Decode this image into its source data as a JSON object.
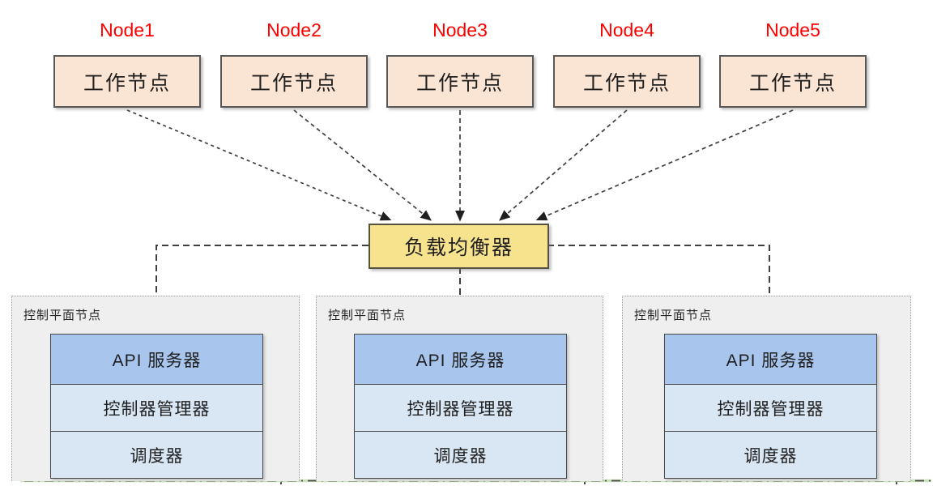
{
  "nodes": [
    {
      "name": "Node1",
      "box": "工作节点"
    },
    {
      "name": "Node2",
      "box": "工作节点"
    },
    {
      "name": "Node3",
      "box": "工作节点"
    },
    {
      "name": "Node4",
      "box": "工作节点"
    },
    {
      "name": "Node5",
      "box": "工作节点"
    }
  ],
  "load_balancer": "负载均衡器",
  "control_planes": [
    {
      "label": "控制平面节点",
      "components": [
        "API 服务器",
        "控制器管理器",
        "调度器"
      ]
    },
    {
      "label": "控制平面节点",
      "components": [
        "API 服务器",
        "控制器管理器",
        "调度器"
      ]
    },
    {
      "label": "控制平面节点",
      "components": [
        "API 服务器",
        "控制器管理器",
        "调度器"
      ]
    }
  ],
  "colors": {
    "node_name_red": "#ff0000",
    "worker_fill": "#fae4d4",
    "load_balancer_fill": "#f7e38e",
    "api_server_fill": "#a8c5ee",
    "component_fill": "#d9e7f5",
    "control_plane_fill": "#efefef",
    "line_dark": "#3f3f3f",
    "bottom_line_green": "#c9e2b8"
  }
}
